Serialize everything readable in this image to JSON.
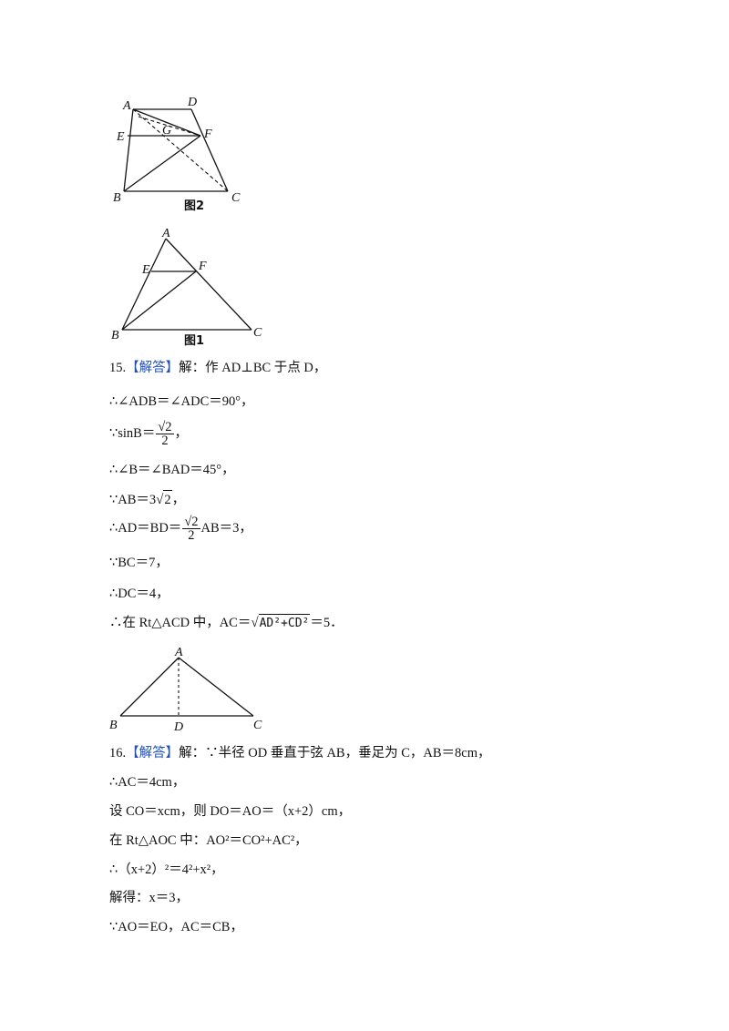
{
  "figure2": {
    "labels": {
      "A": "A",
      "D": "D",
      "E": "E",
      "G": "G",
      "F": "F",
      "B": "B",
      "C": "C"
    },
    "caption": "图2"
  },
  "figure1": {
    "labels": {
      "A": "A",
      "E": "E",
      "F": "F",
      "B": "B",
      "C": "C"
    },
    "caption": "图1"
  },
  "figure3": {
    "labels": {
      "A": "A",
      "B": "B",
      "D": "D",
      "C": "C"
    }
  },
  "solution15": {
    "number": "15.",
    "tag": "【解答】",
    "lines": {
      "l1": "解：作 AD⊥BC 于点 D，",
      "l2": "∴∠ADB＝∠ADC＝90°，",
      "l3_pre": "∵sinB＝",
      "l3_post": "，",
      "l4": "∴∠B＝∠BAD＝45°，",
      "l5_pre": "∵AB＝3",
      "l5_post": "，",
      "l6_pre": "∴AD＝BD＝",
      "l6_post": "AB＝3，",
      "l7": "∵BC＝7，",
      "l8": "∴DC＝4，",
      "l9_pre": "∴在 Rt△ACD 中，AC＝",
      "l9_rad": "AD²+CD²",
      "l9_post": "＝5．"
    },
    "frac_num": "√2",
    "frac_den": "2",
    "sqrt_value": "2"
  },
  "solution16": {
    "number": "16.",
    "tag": "【解答】",
    "lines": {
      "l1": "解：∵半径 OD 垂直于弦 AB，垂足为 C，AB＝8cm，",
      "l2": "∴AC＝4cm，",
      "l3": "设 CO＝xcm，则 DO＝AO＝（x+2）cm，",
      "l4": "在 Rt△AOC 中：AO²＝CO²+AC²，",
      "l5": "∴（x+2）²＝4²+x²，",
      "l6": "解得：x＝3，",
      "l7": "∵AO＝EO，AC＝CB，"
    }
  }
}
